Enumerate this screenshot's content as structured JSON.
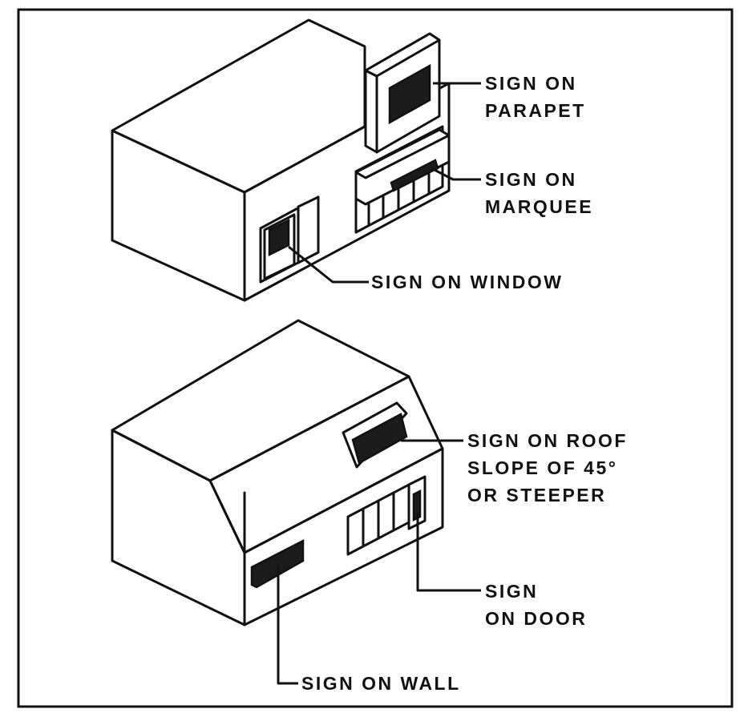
{
  "labels": {
    "parapet": [
      "SIGN ON",
      "PARAPET"
    ],
    "marquee": [
      "SIGN ON",
      "MARQUEE"
    ],
    "window": "SIGN ON WINDOW",
    "roof": [
      "SIGN ON ROOF",
      "SLOPE OF 45°",
      "OR STEEPER"
    ],
    "door": [
      "SIGN",
      "ON DOOR"
    ],
    "wall": "SIGN ON WALL"
  }
}
